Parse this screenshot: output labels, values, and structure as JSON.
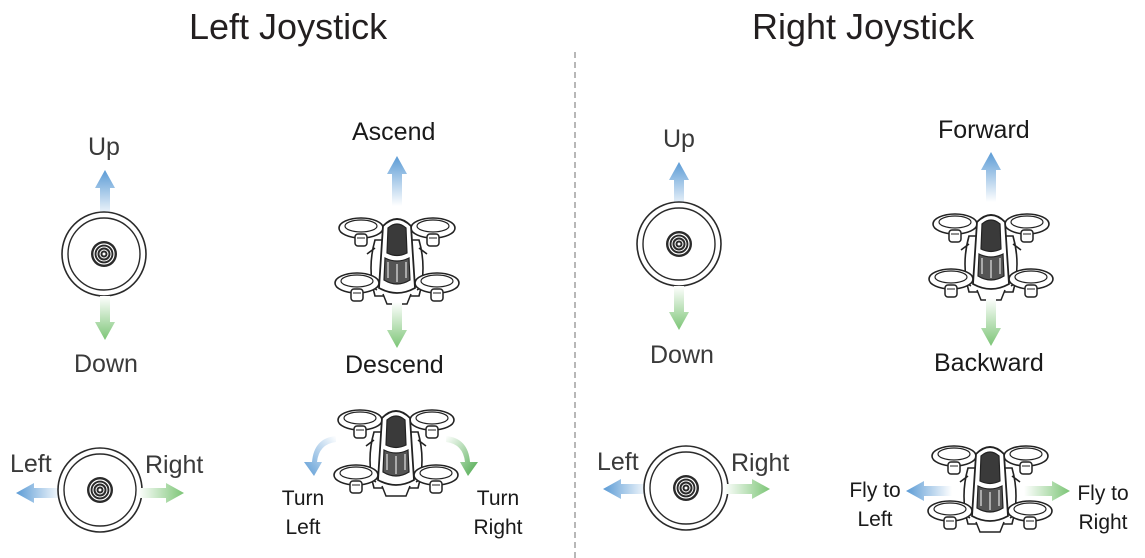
{
  "left_panel": {
    "title": "Left Joystick",
    "joystick_vertical": {
      "up": "Up",
      "down": "Down"
    },
    "drone_vertical": {
      "ascend": "Ascend",
      "descend": "Descend"
    },
    "joystick_horizontal": {
      "left": "Left",
      "right": "Right"
    },
    "drone_rotate": {
      "turn_left": [
        "Turn",
        "Left"
      ],
      "turn_right": [
        "Turn",
        "Right"
      ]
    }
  },
  "right_panel": {
    "title": "Right Joystick",
    "joystick_vertical": {
      "up": "Up",
      "down": "Down"
    },
    "drone_pitch": {
      "forward": "Forward",
      "backward": "Backward"
    },
    "joystick_horizontal": {
      "left": "Left",
      "right": "Right"
    },
    "drone_roll": {
      "fly_left": [
        "Fly to",
        "Left"
      ],
      "fly_right": [
        "Fly to",
        "Right"
      ]
    }
  },
  "colors": {
    "up_arrow": "#5b9bd5",
    "down_arrow": "#7cc576",
    "turn_right_arrow": "#4aa84a",
    "divider": "#b8b8b8"
  },
  "icons": [
    "joystick-icon",
    "drone-icon",
    "arrow-up-icon",
    "arrow-down-icon",
    "arrow-left-icon",
    "arrow-right-icon",
    "curved-arrow-icon"
  ]
}
